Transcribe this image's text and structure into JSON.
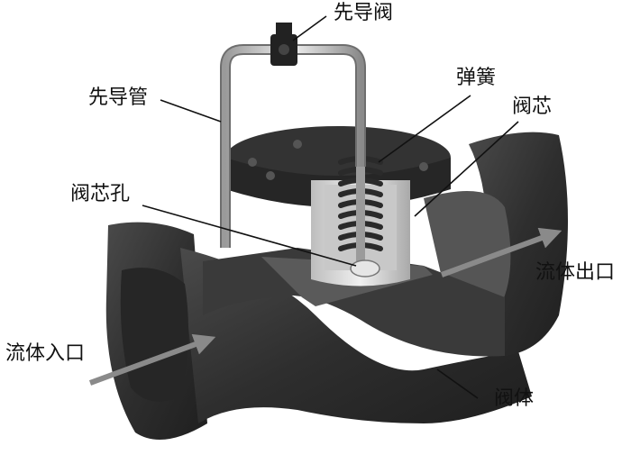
{
  "labels": {
    "pilot_valve": "先导阀",
    "pilot_pipe": "先导管",
    "spring": "弹簧",
    "spool": "阀芯",
    "spool_hole": "阀芯孔",
    "fluid_outlet": "流体出口",
    "fluid_inlet": "流体入口",
    "valve_body": "阀体"
  },
  "colors": {
    "body_dark": "#2b2b2b",
    "body_mid": "#3d3d3d",
    "interior_light": "#d9d9d9",
    "flow_arrow": "#8a8a8a",
    "leader_line": "#111111"
  },
  "icons": {
    "flow_arrow": "arrow-right-icon"
  }
}
